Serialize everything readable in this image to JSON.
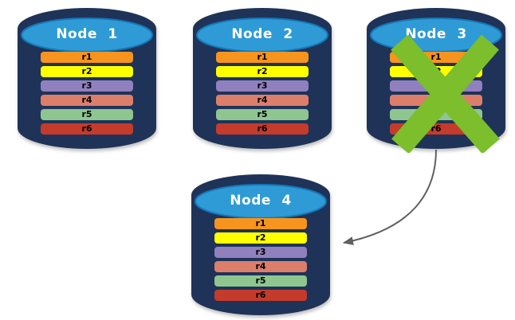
{
  "diagram": {
    "background": "#FFFFFF",
    "nodes": [
      {
        "label": "Node 1",
        "replicas": [
          "r1",
          "r2",
          "r3",
          "r4",
          "r5",
          "r6"
        ],
        "failed": false
      },
      {
        "label": "Node 2",
        "replicas": [
          "r1",
          "r2",
          "r3",
          "r4",
          "r5",
          "r6"
        ],
        "failed": false
      },
      {
        "label": "Node 3",
        "replicas": [
          "r1",
          "r2",
          "r3",
          "r4",
          "r5",
          "r6"
        ],
        "failed": true
      },
      {
        "label": "Node 4",
        "replicas": [
          "r1",
          "r2",
          "r3",
          "r4",
          "r5",
          "r6"
        ],
        "failed": false
      }
    ],
    "replica_colors": [
      "#F7941E",
      "#FFFF00",
      "#9180BE",
      "#DD7E6B",
      "#8FC68F",
      "#C53B2B"
    ],
    "colors": {
      "cylinder_body": "#1F3358",
      "cylinder_top": "#2E9BD6",
      "cylinder_top_border": "#1577B8",
      "node_label_text": "#FFFFFF",
      "replica_label_text": "#000000",
      "failure_x": "#7CBE2B",
      "arrow": "#606060"
    },
    "failure": {
      "icon": "x-icon",
      "node": "Node 3"
    },
    "arrow_flow": {
      "from": "Node 3",
      "to": "Node 4"
    }
  }
}
